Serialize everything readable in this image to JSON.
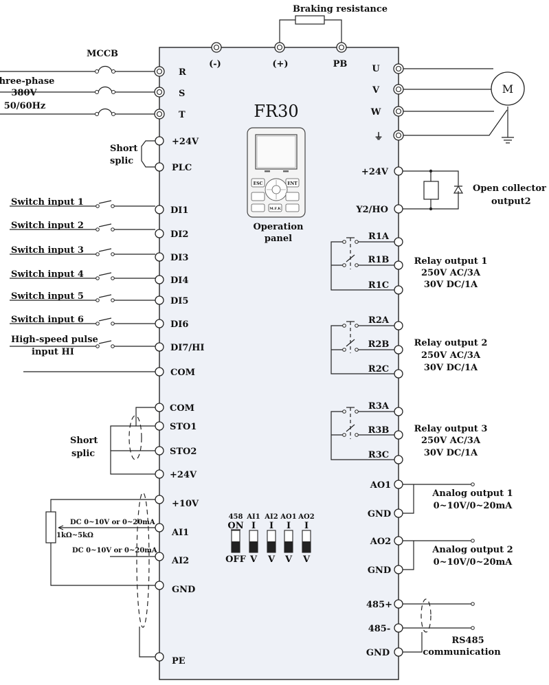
{
  "title": "FR30",
  "top": {
    "braking_resistance": "Braking resistance",
    "dc_terminals": [
      "(-)",
      "(+)",
      "PB"
    ]
  },
  "power_input": {
    "breaker": "MCCB",
    "supply_lines": [
      "hree-phase",
      "380V",
      "50/60Hz"
    ],
    "terminals": [
      "R",
      "S",
      "T"
    ]
  },
  "motor": {
    "terminals": [
      "U",
      "V",
      "W",
      "⏚"
    ],
    "symbol": "M"
  },
  "left_terminals": {
    "plc_group": [
      "+24V",
      "PLC"
    ],
    "di": [
      "DI1",
      "DI2",
      "DI3",
      "DI4",
      "DI5",
      "DI6",
      "DI7/HI"
    ],
    "com": "COM",
    "sto_group": [
      "COM",
      "STO1",
      "STO2",
      "+24V"
    ],
    "analog": [
      "+10V",
      "AI1",
      "AI2",
      "GND"
    ],
    "pe": "PE"
  },
  "left_labels": {
    "short_splic_1": [
      "Short",
      "splic"
    ],
    "switch_inputs": [
      "Switch input 1",
      "Switch input 2",
      "Switch input 3",
      "Switch input 4",
      "Switch input 5",
      "Switch input 6"
    ],
    "high_speed": [
      "High-speed pulse",
      "input HI"
    ],
    "short_splic_2": [
      "Short",
      "splic"
    ],
    "ai_range_1": "DC 0~10V or 0~20mA",
    "ai_range_2": "DC 0~10V or 0~20mA",
    "pot_range": "1kΩ~5kΩ"
  },
  "panel": {
    "keys": [
      "ESC",
      "ENT",
      "M.F.K"
    ],
    "caption": [
      "Operation",
      "panel"
    ]
  },
  "right_terminals": {
    "open_collector": [
      "+24V",
      "Y2/HO"
    ],
    "relay1": [
      "R1A",
      "R1B",
      "R1C"
    ],
    "relay2": [
      "R2A",
      "R2B",
      "R2C"
    ],
    "relay3": [
      "R3A",
      "R3B",
      "R3C"
    ],
    "analog_out": [
      "AO1",
      "GND",
      "AO2",
      "GND"
    ],
    "rs485": [
      "485+",
      "485-",
      "GND"
    ]
  },
  "right_labels": {
    "open_collector": [
      "Open collector",
      "output2"
    ],
    "relay1": [
      "Relay output 1",
      "250V AC/3A",
      "30V DC/1A"
    ],
    "relay2": [
      "Relay output 2",
      "250V AC/3A",
      "30V DC/1A"
    ],
    "relay3": [
      "Relay output 3",
      "250V AC/3A",
      "30V DC/1A"
    ],
    "analog1": [
      "Analog output 1",
      "0~10V/0~20mA"
    ],
    "analog2": [
      "Analog output 2",
      "0~10V/0~20mA"
    ],
    "rs485": [
      "RS485",
      "communication"
    ]
  },
  "dip_switches": {
    "headers": [
      "458",
      "AI1",
      "AI2",
      "AO1",
      "AO2"
    ],
    "on_labels": [
      "ON",
      "I",
      "I",
      "I",
      "I"
    ],
    "off_labels": [
      "OFF",
      "V",
      "V",
      "V",
      "V"
    ]
  },
  "colors": {
    "body_fill": "#eef1f7",
    "line": "#222222"
  }
}
